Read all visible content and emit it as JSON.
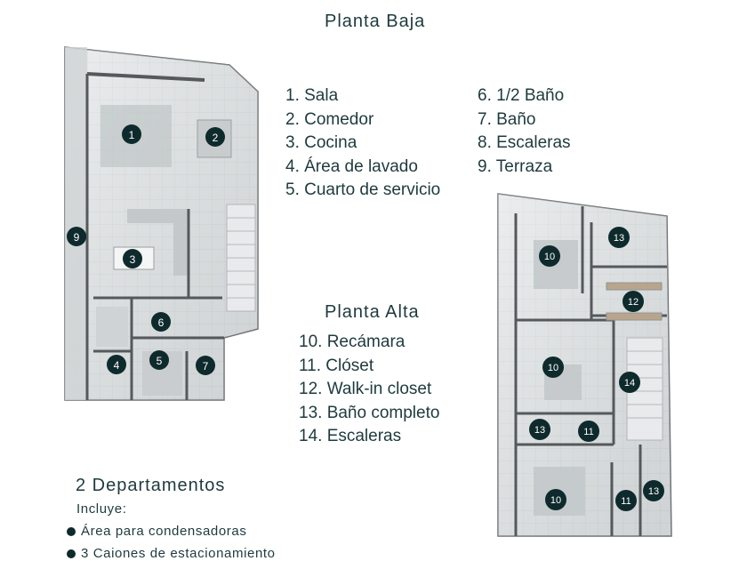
{
  "planta_baja": {
    "title": "Planta Baja",
    "legend": [
      "1.  Sala",
      "2. Comedor",
      "3. Cocina",
      "4. Área de lavado",
      "5. Cuarto de servicio",
      "6. 1/2 Baño",
      "7. Baño",
      "8. Escaleras",
      "9. Terraza"
    ],
    "markers": [
      "1",
      "2",
      "3",
      "4",
      "5",
      "6",
      "7",
      "9"
    ]
  },
  "planta_alta": {
    "title": "Planta Alta",
    "legend": [
      "10. Recámara",
      "11.  Clóset",
      "12. Walk-in closet",
      "13. Baño completo",
      "14. Escaleras"
    ],
    "markers": [
      "10",
      "13",
      "12",
      "10",
      "14",
      "13",
      "11",
      "10",
      "11",
      "13"
    ]
  },
  "departamentos": {
    "title": "2 Departamentos",
    "includes_label": "Incluye:",
    "items": [
      "Área para condensadoras",
      "3 Caiones de estacionamiento"
    ]
  },
  "colors": {
    "marker_fill": "#0e2a2c",
    "marker_text": "#ffffff",
    "plan_floor": "#d9dcdd",
    "plan_wall": "#55595b",
    "text": "#1f3a3d"
  }
}
